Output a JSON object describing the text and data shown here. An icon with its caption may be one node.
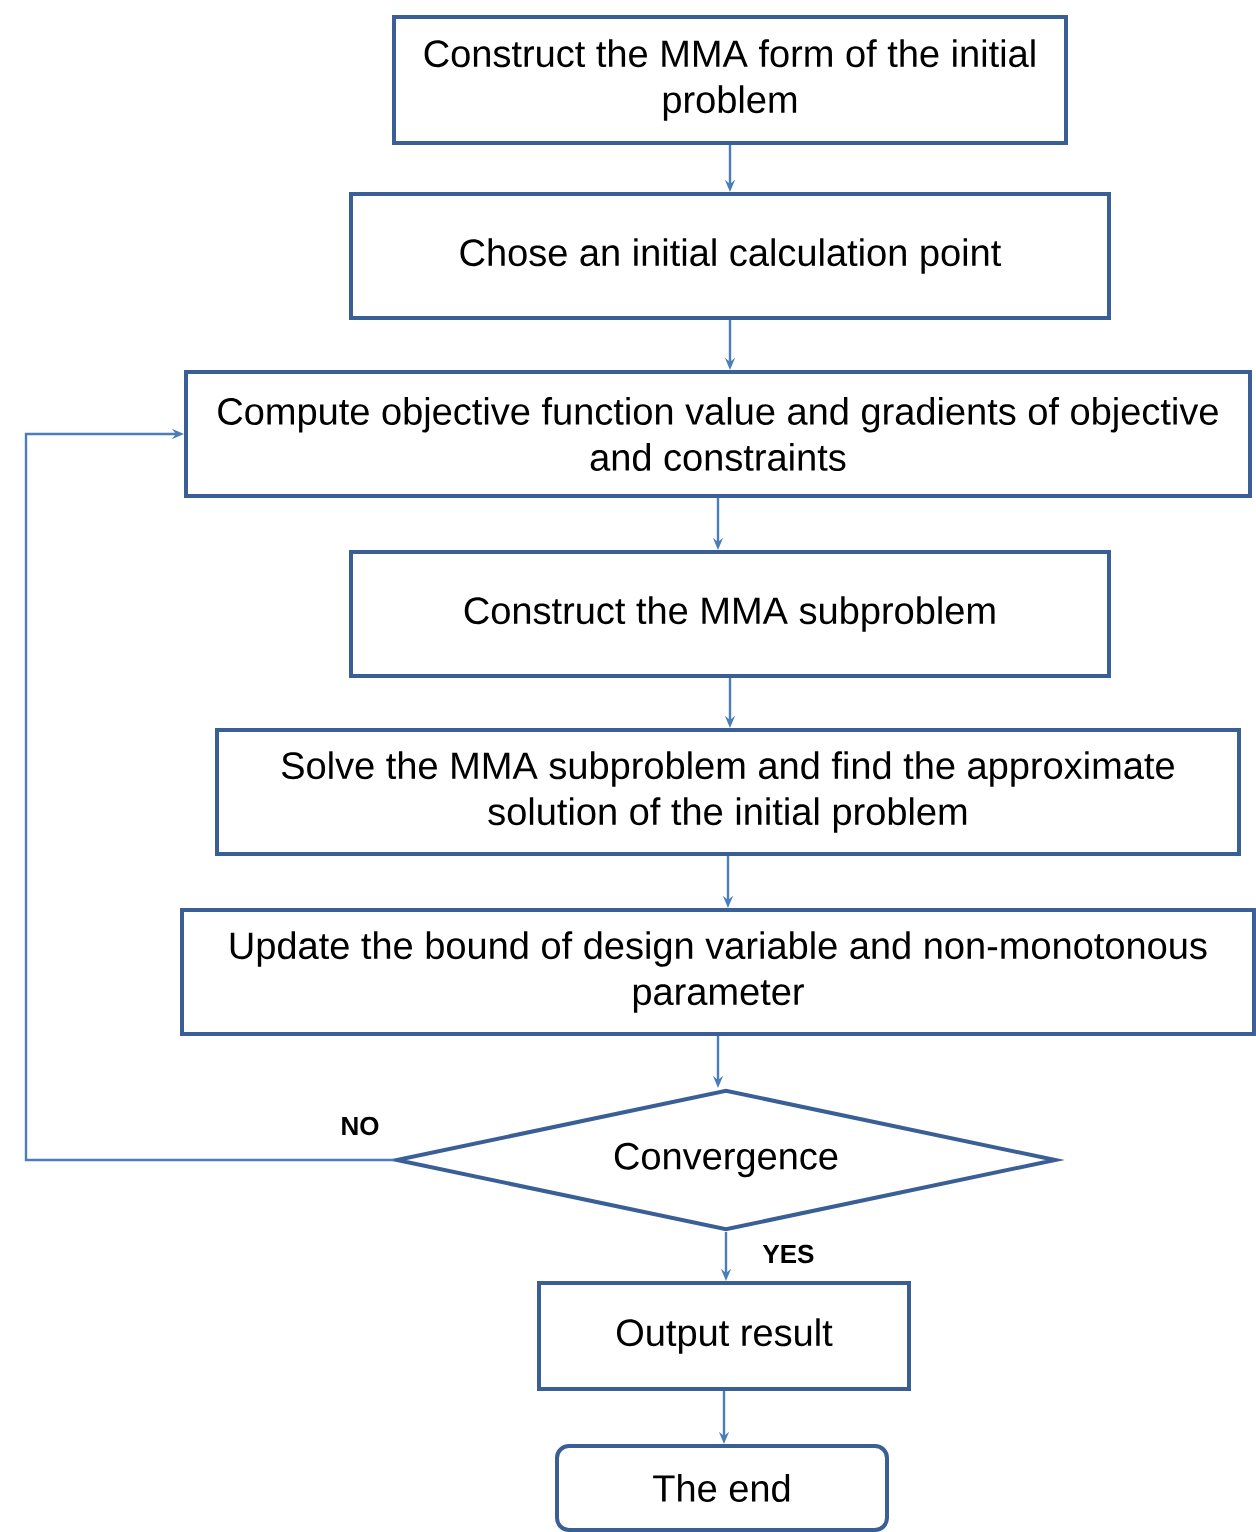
{
  "diagram": {
    "nodes": [
      {
        "text": [
          "Construct the MMA form of the initial problem"
        ]
      },
      {
        "text": [
          "Chose an initial calculation point"
        ]
      },
      {
        "text": [
          "Compute objective function value and gradients of objective and constraints"
        ]
      },
      {
        "text": [
          "Construct the MMA subproblem"
        ]
      },
      {
        "text": [
          "Solve the MMA subproblem and find the approximate solution of the initial problem"
        ]
      },
      {
        "text": [
          "Update the bound of design variable and non-monotonous parameter"
        ]
      },
      {
        "text": [
          "Convergence"
        ]
      },
      {
        "text": [
          "Output result"
        ]
      },
      {
        "text": [
          "The end"
        ]
      }
    ],
    "edges": [
      {
        "from": 0,
        "to": 1,
        "arrow": "to"
      },
      {
        "from": 1,
        "to": 2,
        "arrow": "to"
      },
      {
        "from": 2,
        "to": 3,
        "arrow": "to"
      },
      {
        "from": 3,
        "to": 4,
        "arrow": "to"
      },
      {
        "from": 4,
        "to": 5,
        "arrow": "to"
      },
      {
        "from": 5,
        "to": 6,
        "arrow": "to"
      },
      {
        "from": 6,
        "to": 7,
        "arrow": "to",
        "label": "YES"
      },
      {
        "from": 7,
        "to": 8,
        "arrow": "to"
      },
      {
        "from": 6,
        "to": 2,
        "arrow": "to",
        "label": "NO"
      }
    ]
  }
}
